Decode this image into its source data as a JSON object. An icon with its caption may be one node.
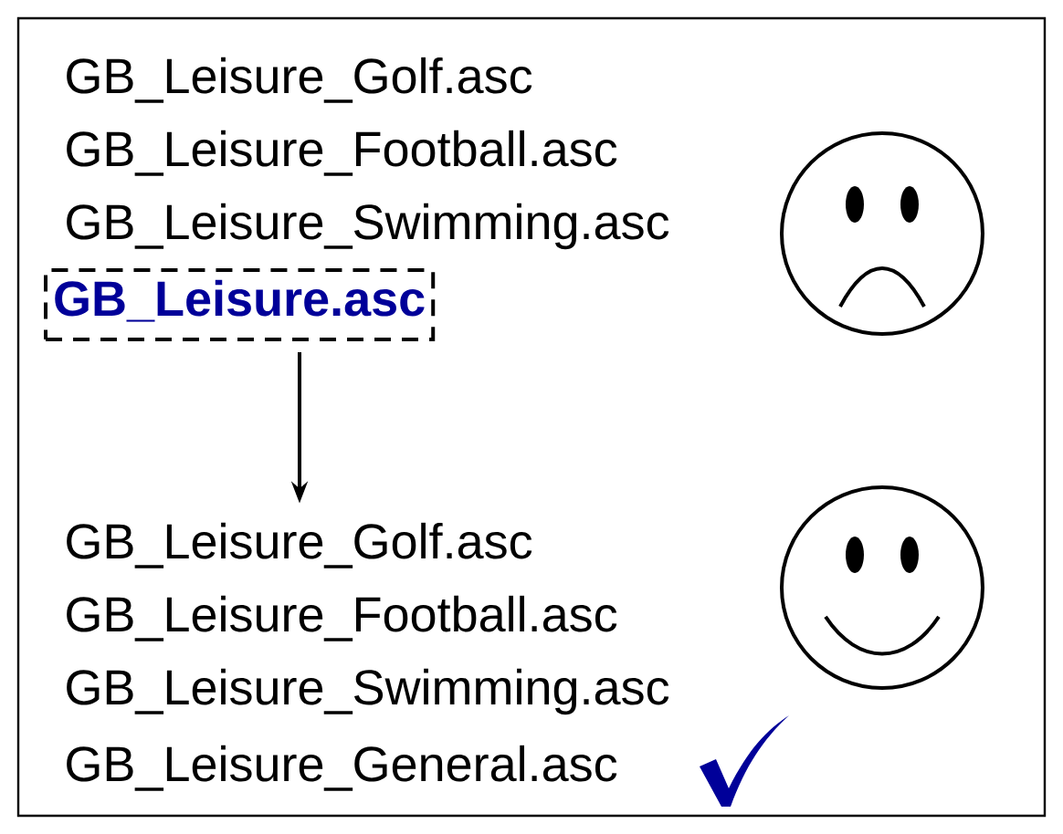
{
  "diagram": {
    "nodes": [
      {
        "text": [
          "GB_Leisure.asc"
        ]
      },
      {
        "text": [
          "GB_Leisure_Golf.asc"
        ]
      }
    ],
    "edges": [
      {
        "from": 0,
        "to": 1,
        "arrow": "to"
      }
    ],
    "labels": [
      "GB_Leisure_Golf.asc",
      "GB_Leisure_Football.asc",
      "GB_Leisure_Swimming.asc",
      "GB_Leisure_Football.asc",
      "GB_Leisure_Swimming.asc",
      "GB_Leisure_General.asc"
    ]
  }
}
